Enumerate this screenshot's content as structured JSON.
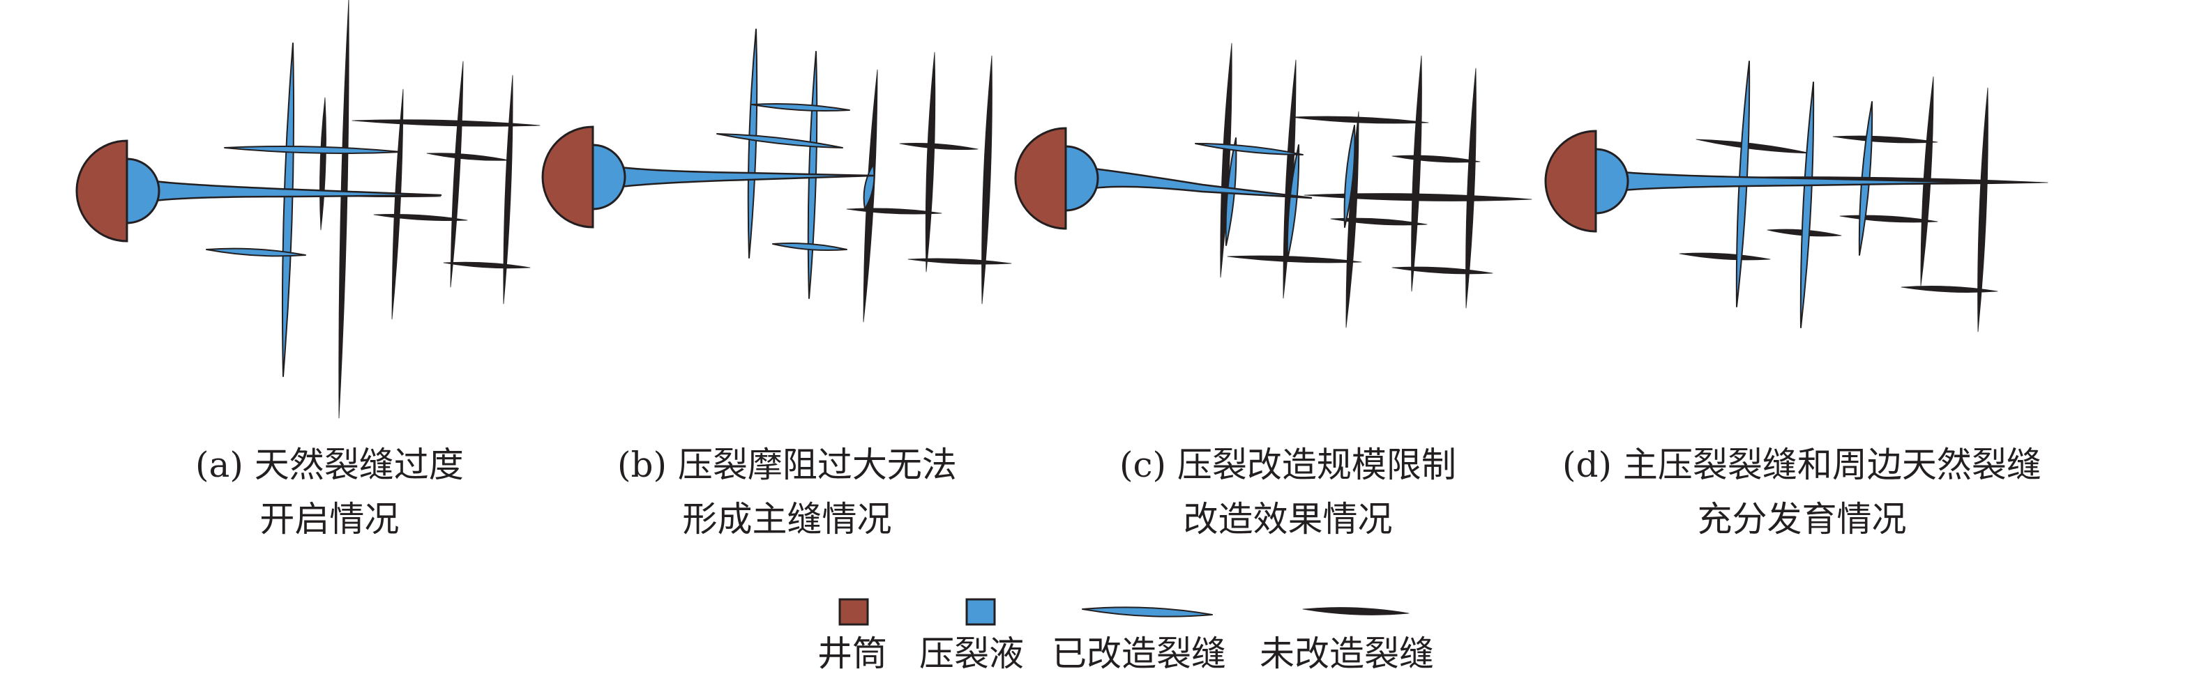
{
  "colors": {
    "wellbore": "#9c4b3d",
    "fluid": "#4a9ad8",
    "outline": "#231f20",
    "background": "#ffffff"
  },
  "panels": [
    {
      "caption_line1": "(a) 天然裂缝过度",
      "caption_line2": "开启情况"
    },
    {
      "caption_line1": "(b) 压裂摩阻过大无法",
      "caption_line2": "形成主缝情况"
    },
    {
      "caption_line1": "(c) 压裂改造规模限制",
      "caption_line2": "改造效果情况"
    },
    {
      "caption_line1": "(d) 主压裂裂缝和周边天然裂缝",
      "caption_line2": "充分发育情况"
    }
  ],
  "legend": {
    "wellbore": "井筒",
    "fluid": "压裂液",
    "stimulated": "已改造裂缝",
    "unstimulated": "未改造裂缝"
  }
}
